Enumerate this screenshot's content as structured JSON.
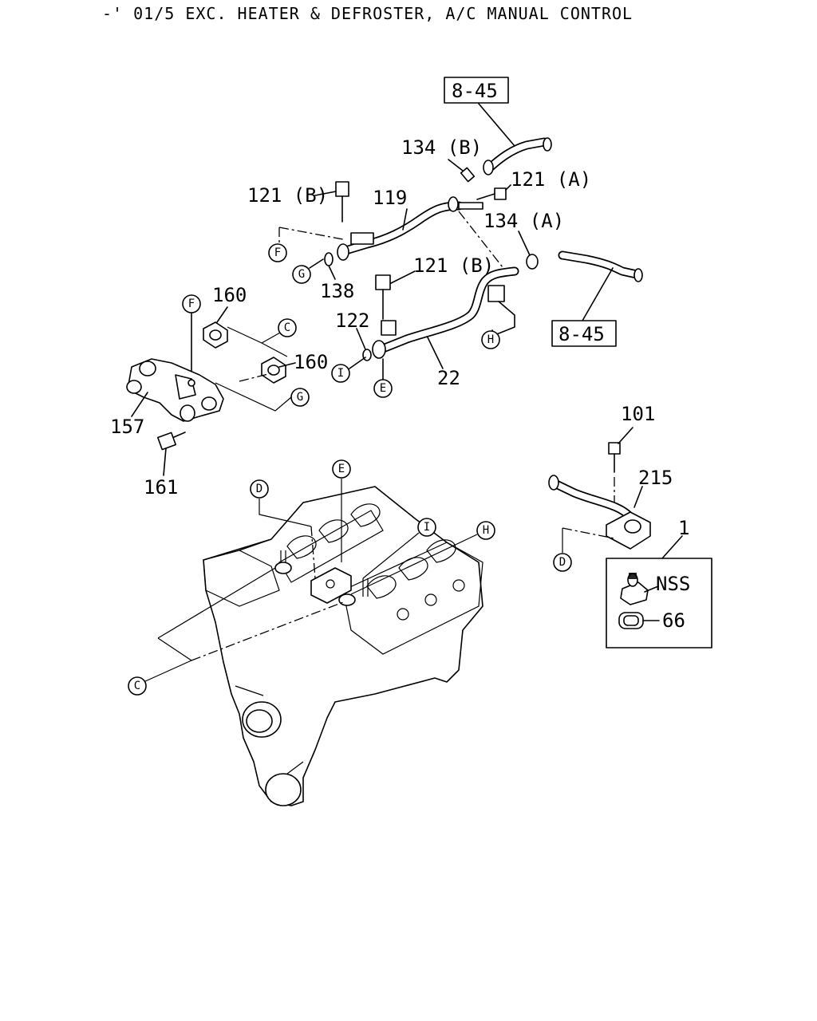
{
  "title": "-' 01/5 EXC. HEATER & DEFROSTER, A/C MANUAL CONTROL",
  "boxed_refs": [
    "8-45",
    "8-45"
  ],
  "part_labels": {
    "p134b": "134 (B)",
    "p121a": "121 (A)",
    "p121b_top": "121 (B)",
    "p119": "119",
    "p134a": "134 (A)",
    "p121b_mid": "121 (B)",
    "p138": "138",
    "p160_top": "160",
    "p122": "122",
    "p160_mid": "160",
    "p22": "22",
    "p157": "157",
    "p161": "161",
    "p101": "101",
    "p215": "215",
    "p1": "1",
    "pNSS": "NSS",
    "p66": "66"
  },
  "connectors": {
    "F1": "F",
    "G1": "G",
    "F2": "F",
    "C1": "C",
    "G2": "G",
    "I1": "I",
    "E1": "E",
    "H1": "H",
    "D1": "D",
    "E2": "E",
    "I2": "I",
    "H2": "H",
    "D2": "D",
    "C2": "C"
  }
}
